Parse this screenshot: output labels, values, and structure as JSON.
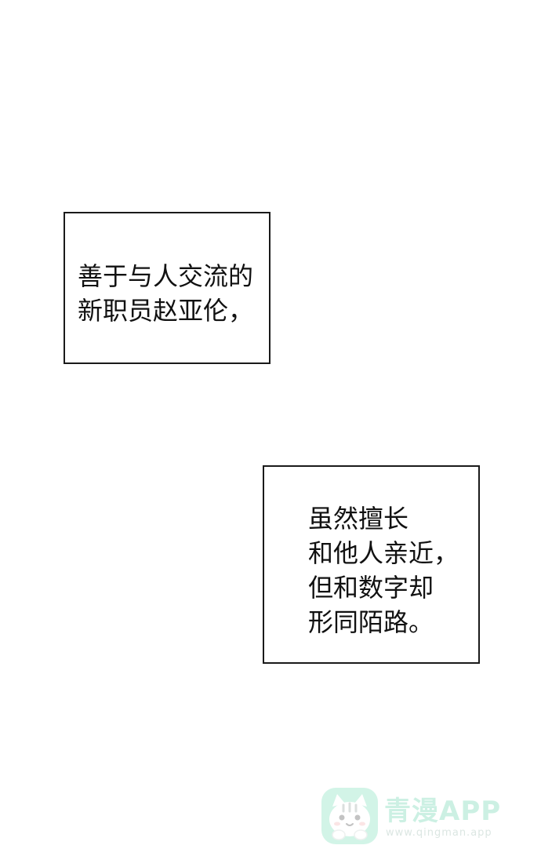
{
  "captions": [
    {
      "lines": [
        "善于与人交流的",
        "新职员赵亚伦，"
      ]
    },
    {
      "lines": [
        "虽然擅长",
        "和他人亲近，",
        "但和数字却",
        "形同陌路。"
      ]
    }
  ],
  "watermark": {
    "title": "青漫APP",
    "url": "www.qingman.app",
    "icon": "cat-face-icon",
    "color": "#6fd6b0"
  }
}
